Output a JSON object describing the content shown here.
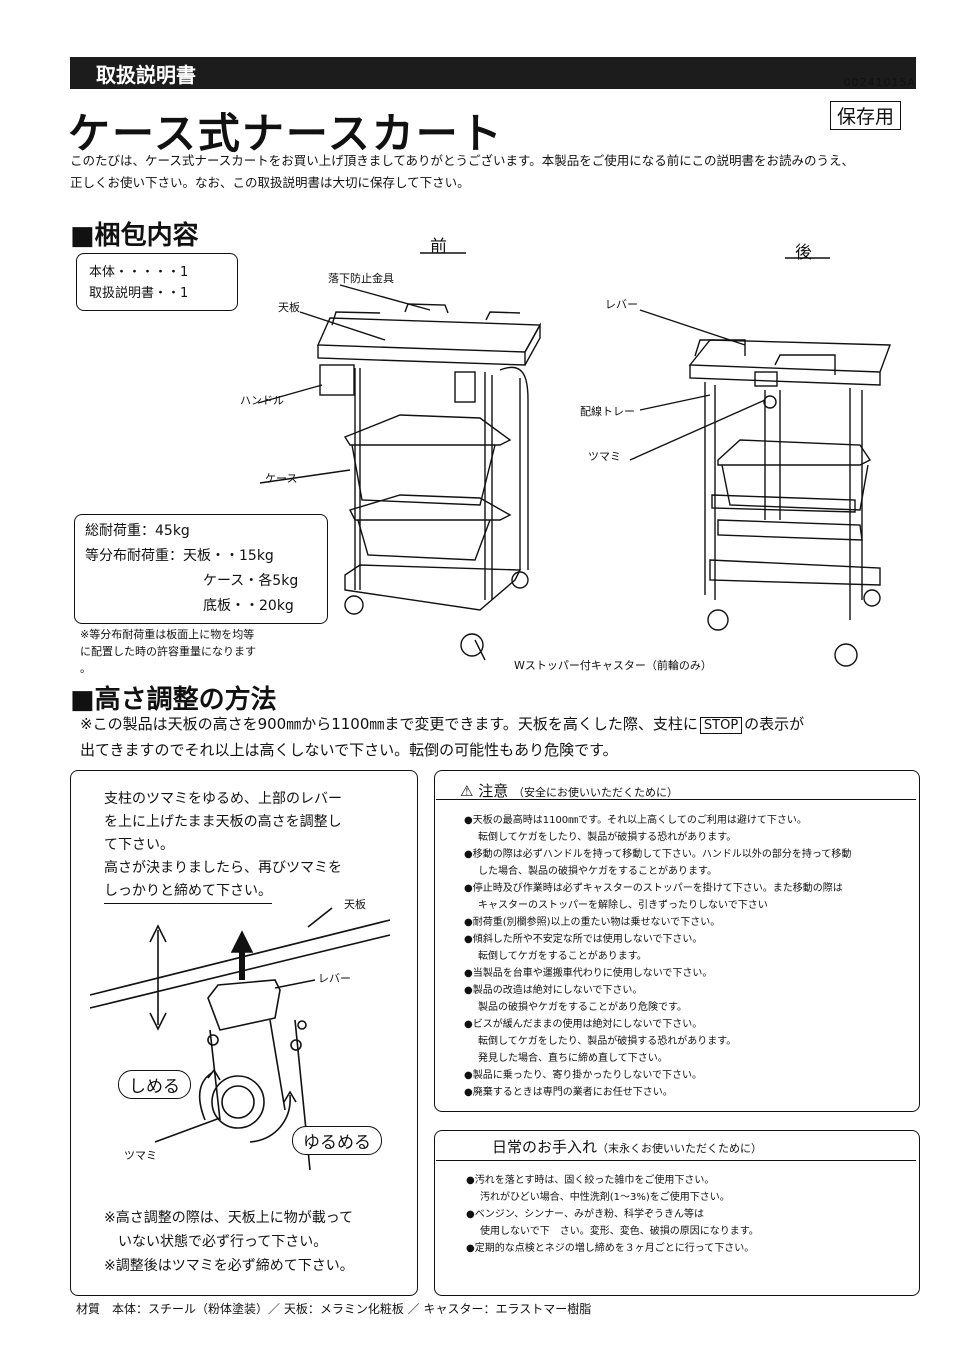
{
  "header": {
    "label": "取扱説明書",
    "doc_no": "00241015A"
  },
  "title": "ケース式ナースカート",
  "keep_tag": "保存用",
  "intro": {
    "line1": "このたびは、ケース式ナースカートをお買い上げ頂きましてありがとうございます。本製品をご使用になる前にこの説明書をお読みのうえ、",
    "line2": "正しくお使い下さい。なお、この取扱説明書は大切に保存して下さい。"
  },
  "package": {
    "heading": "■梱包内容",
    "items": [
      "本体・・・・・1",
      "取扱説明書・・1"
    ]
  },
  "load": {
    "total": "総耐荷重：45kg",
    "dist1": "等分布耐荷重：天板・・15kg",
    "dist2": "ケース・各5kg",
    "dist3": "底板・・20kg",
    "note1": "※等分布耐荷重は板面上に物を均等",
    "note2": "に配置した時の許容重量になります",
    "note3": "。"
  },
  "front": {
    "heading": "前",
    "labels": {
      "fall_guard": "落下防止金具",
      "top": "天板",
      "handle": "ハンドル",
      "case": "ケース",
      "caster": "Wストッパー付キャスター（前輪のみ）"
    }
  },
  "back": {
    "heading": "後",
    "labels": {
      "lever": "レバー",
      "tray": "配線トレー",
      "knob": "ツマミ"
    }
  },
  "height": {
    "heading": "■高さ調整の方法",
    "line1_a": "※この製品は天板の高さを900㎜から1100㎜まで変更できます。天板を高くした際、支柱に",
    "stop": "STOP",
    "line1_b": "の表示が",
    "line2": "出てきますのでそれ以上は高くしないで下さい。転倒の可能性もあり危険です。"
  },
  "adjust": {
    "l1": "支柱のツマミをゆるめ、上部のレバー",
    "l2": "を上に上げたまま天板の高さを調整し",
    "l3": "て下さい。",
    "l4": "高さが決まりましたら、再びツマミを",
    "l5": "しっかりと締めて下さい。",
    "label_top": "天板",
    "label_lever": "レバー",
    "label_knob": "ツマミ",
    "tighten": "しめる",
    "loosen": "ゆるめる",
    "n1": "※高さ調整の際は、天板上に物が載って",
    "n2": "いない状態で必ず行って下さい。",
    "n3": "※調整後はツマミを必ず締めて下さい。"
  },
  "caution": {
    "title": "注意",
    "subtitle": "（安全にお使いいただくために）",
    "items": [
      [
        "天板の最高時は1100㎜です。それ以上高くしてのご利用は避けて下さい。",
        "転倒してケガをしたり、製品が破損する恐れがあります。"
      ],
      [
        "移動の際は必ずハンドルを持って移動して下さい。ハンドル以外の部分を持って移動",
        "した場合、製品の破損やケガをすることがあります。"
      ],
      [
        "停止時及び作業時は必ずキャスターのストッパーを掛けて下さい。また移動の際は",
        "キャスターのストッパーを解除し、引きずったりしないで下さい"
      ],
      [
        "耐荷重(別欄参照)以上の重たい物は乗せないで下さい。"
      ],
      [
        "傾斜した所や不安定な所では使用しないで下さい。",
        "転倒してケガをすることがあります。"
      ],
      [
        "当製品を台車や運搬車代わりに使用しないで下さい。"
      ],
      [
        "製品の改造は絶対にしないで下さい。",
        "製品の破損やケガをすることがあり危険です。"
      ],
      [
        "ビスが緩んだままの使用は絶対にしないで下さい。",
        "転倒してケガをしたり、製品が破損する恐れがあります。",
        "発見した場合、直ちに締め直して下さい。"
      ],
      [
        "製品に乗ったり、寄り掛かったりしないで下さい。"
      ],
      [
        "廃棄するときは専門の業者にお任せ下さい。"
      ]
    ]
  },
  "care": {
    "title": "日常のお手入れ",
    "subtitle": "（末永くお使いいただくために）",
    "items": [
      [
        "汚れを落とす時は、固く絞った雑巾をご使用下さい。",
        "汚れがひどい場合、中性洗剤(1～3%)をご使用下さい。"
      ],
      [
        "ベンジン、シンナー、みがき粉、科学ぞうきん等は",
        "使用しないで下　さい。変形、変色、破損の原因になります。"
      ],
      [
        "定期的な点検とネジの増し締めを３ヶ月ごとに行って下さい。"
      ]
    ]
  },
  "footer": "材質　本体：スチール（粉体塗装）／ 天板：メラミン化粧板 ／ キャスター：エラストマー樹脂"
}
